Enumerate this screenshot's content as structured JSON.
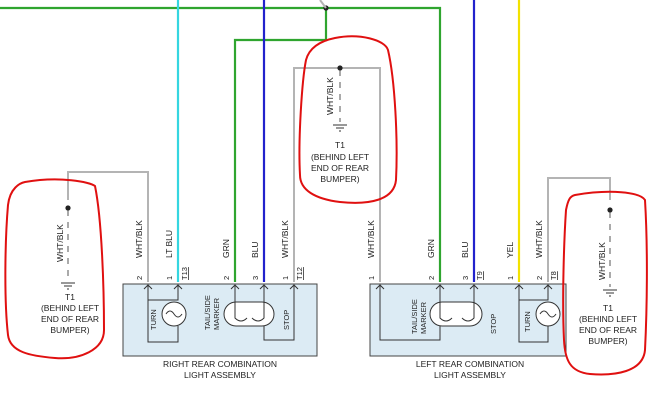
{
  "colors": {
    "wire_white_black": "#b4b4b4",
    "wire_light_blue": "#35d6e0",
    "wire_green": "#2fa52f",
    "wire_blue": "#2222cc",
    "wire_yellow": "#f2e200",
    "assembly_fill": "#dcebf4",
    "annotation_red": "#e01010"
  },
  "wire_labels": {
    "wht_blk": "WHT/BLK",
    "lt_blu": "LT BLU",
    "grn": "GRN",
    "blu": "BLU",
    "yel": "YEL"
  },
  "connectors": {
    "t13": "T13",
    "t12": "T12",
    "t9": "T9",
    "t8": "T8"
  },
  "pins": {
    "p1": "1",
    "p2": "2",
    "p3": "3"
  },
  "component_labels": {
    "turn": "TURN",
    "tail_side_marker": [
      "TAIL/SIDE",
      "MARKER"
    ],
    "stop": "STOP"
  },
  "ground": {
    "id": "T1",
    "location_lines": [
      "(BEHIND LEFT",
      "END OF REAR",
      "BUMPER)"
    ]
  },
  "assemblies": {
    "right": [
      "RIGHT REAR COMBINATION",
      "LIGHT ASSEMBLY"
    ],
    "left": [
      "LEFT REAR COMBINATION",
      "LIGHT ASSEMBLY"
    ]
  }
}
